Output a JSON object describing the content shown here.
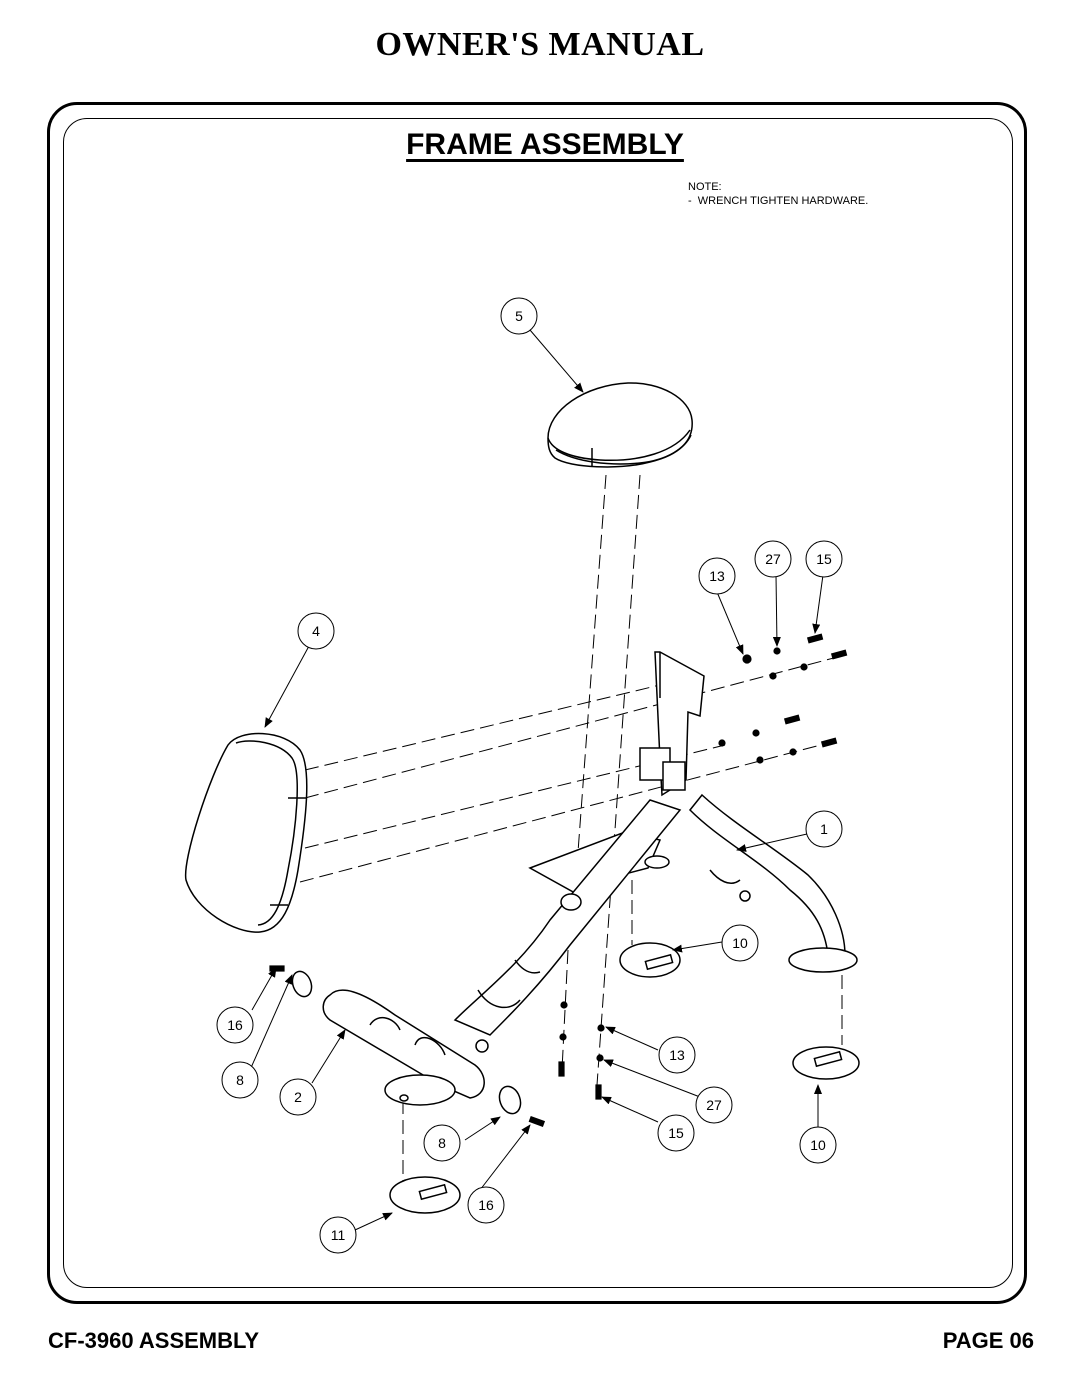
{
  "header": {
    "title": "OWNER'S MANUAL"
  },
  "section": {
    "title": "FRAME ASSEMBLY"
  },
  "note": {
    "label": "NOTE:",
    "line1": "-  WRENCH TIGHTEN HARDWARE."
  },
  "callouts": [
    {
      "id": "c5",
      "label": "5"
    },
    {
      "id": "c13a",
      "label": "13"
    },
    {
      "id": "c27a",
      "label": "27"
    },
    {
      "id": "c15a",
      "label": "15"
    },
    {
      "id": "c4",
      "label": "4"
    },
    {
      "id": "c1",
      "label": "1"
    },
    {
      "id": "c10a",
      "label": "10"
    },
    {
      "id": "c16a",
      "label": "16"
    },
    {
      "id": "c8a",
      "label": "8"
    },
    {
      "id": "c2",
      "label": "2"
    },
    {
      "id": "c13b",
      "label": "13"
    },
    {
      "id": "c27b",
      "label": "27"
    },
    {
      "id": "c15b",
      "label": "15"
    },
    {
      "id": "c8b",
      "label": "8"
    },
    {
      "id": "c10b",
      "label": "10"
    },
    {
      "id": "c16b",
      "label": "16"
    },
    {
      "id": "c11",
      "label": "11"
    }
  ],
  "footer": {
    "model": "CF-3960 ASSEMBLY",
    "page": "PAGE 06"
  }
}
